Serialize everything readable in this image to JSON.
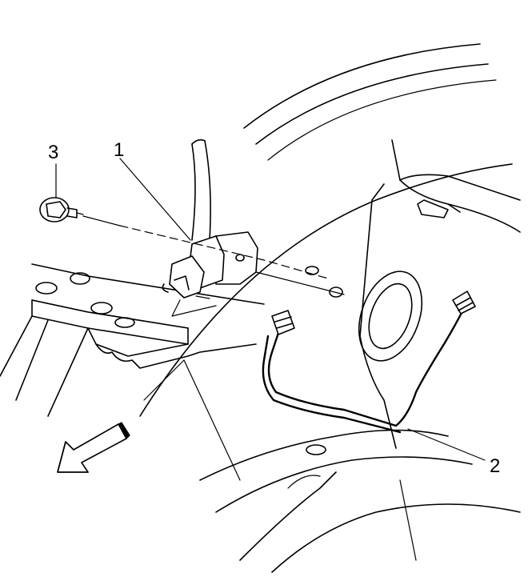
{
  "diagram": {
    "callouts": [
      {
        "id": "1",
        "label": "1"
      },
      {
        "id": "2",
        "label": "2"
      },
      {
        "id": "3",
        "label": "3"
      }
    ],
    "colors": {
      "line": "#000000",
      "background": "#ffffff"
    },
    "icons": {
      "direction_arrow": "front-direction-arrow-icon"
    }
  }
}
